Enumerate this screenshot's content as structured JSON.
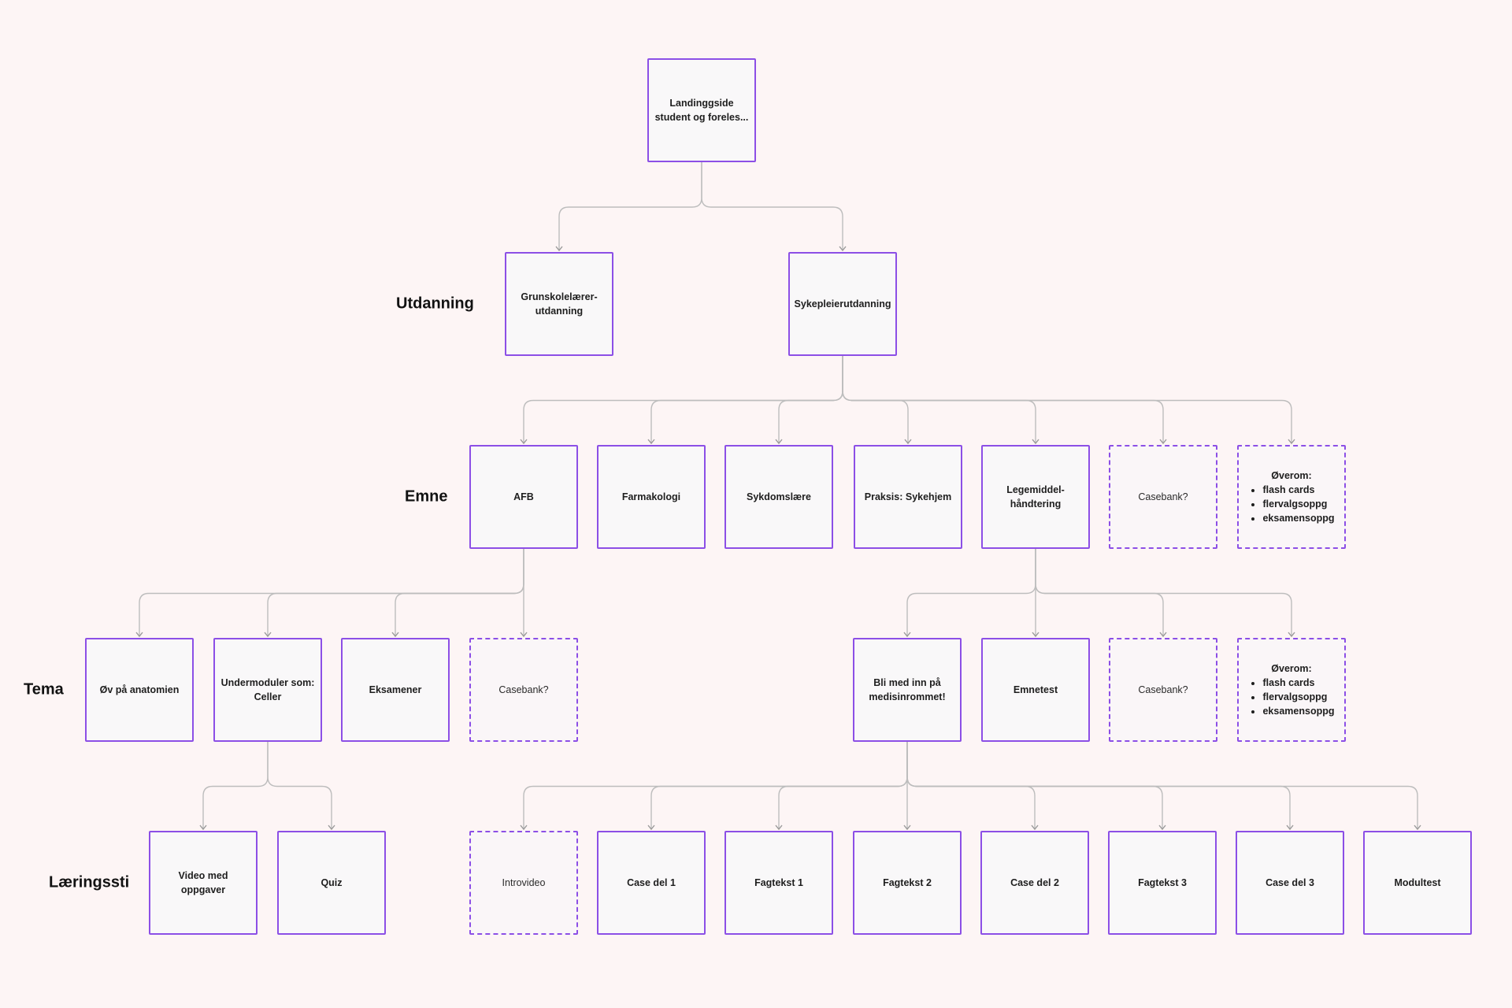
{
  "colors": {
    "background": "#fdf5f5",
    "node_border": "#8c4fe6",
    "connector": "#bdbdbd",
    "text": "#1e1e1e"
  },
  "levels": [
    {
      "id": "utdanning",
      "label": "Utdanning"
    },
    {
      "id": "emne",
      "label": "Emne"
    },
    {
      "id": "tema",
      "label": "Tema"
    },
    {
      "id": "laeringssti",
      "label": "Læringssti"
    }
  ],
  "nodes": [
    {
      "id": "landing",
      "label": "Landinggside\nstudent og foreles...",
      "style": "solid"
    },
    {
      "id": "grunnskole",
      "label": "Grunskolelærer-\nutdanning",
      "style": "solid"
    },
    {
      "id": "sykepleier",
      "label": "Sykepleierutdanning",
      "style": "solid"
    },
    {
      "id": "afb",
      "label": "AFB",
      "style": "solid"
    },
    {
      "id": "farmakologi",
      "label": "Farmakologi",
      "style": "solid"
    },
    {
      "id": "sykdomslaere",
      "label": "Sykdomslære",
      "style": "solid"
    },
    {
      "id": "praksis",
      "label": "Praksis: Sykehjem",
      "style": "solid"
    },
    {
      "id": "legemiddel",
      "label": "Legemiddel-\nhåndtering",
      "style": "solid"
    },
    {
      "id": "casebank-emne",
      "label": "Casebank?",
      "style": "dashed"
    },
    {
      "id": "overom-emne",
      "label": "Øverom:",
      "items": [
        "flash cards",
        "flervalgsoppg",
        "eksamensoppg"
      ],
      "style": "dashed"
    },
    {
      "id": "anatomi",
      "label": "Øv på anatomien",
      "style": "solid"
    },
    {
      "id": "undermoduler",
      "label": "Undermoduler som:\nCeller",
      "style": "solid"
    },
    {
      "id": "eksamener",
      "label": "Eksamener",
      "style": "solid"
    },
    {
      "id": "casebank-tema-afb",
      "label": "Casebank?",
      "style": "dashed"
    },
    {
      "id": "medisinrom",
      "label": "Bli med inn på\nmedisinrommet!",
      "style": "solid"
    },
    {
      "id": "emnetest",
      "label": "Emnetest",
      "style": "solid"
    },
    {
      "id": "casebank-tema-leg",
      "label": "Casebank?",
      "style": "dashed"
    },
    {
      "id": "overom-tema",
      "label": "Øverom:",
      "items": [
        "flash cards",
        "flervalgsoppg",
        "eksamensoppg"
      ],
      "style": "dashed"
    },
    {
      "id": "video",
      "label": "Video med oppgaver",
      "style": "solid"
    },
    {
      "id": "quiz",
      "label": "Quiz",
      "style": "solid"
    },
    {
      "id": "introvideo",
      "label": "Introvideo",
      "style": "dashed"
    },
    {
      "id": "case1",
      "label": "Case del 1",
      "style": "solid"
    },
    {
      "id": "fagtekst1",
      "label": "Fagtekst 1",
      "style": "solid"
    },
    {
      "id": "fagtekst2",
      "label": "Fagtekst 2",
      "style": "solid"
    },
    {
      "id": "case2",
      "label": "Case del 2",
      "style": "solid"
    },
    {
      "id": "fagtekst3",
      "label": "Fagtekst 3",
      "style": "solid"
    },
    {
      "id": "case3",
      "label": "Case del 3",
      "style": "solid"
    },
    {
      "id": "modultest",
      "label": "Modultest",
      "style": "solid"
    }
  ],
  "edges": [
    {
      "from": "landing",
      "to": [
        "grunnskole",
        "sykepleier"
      ]
    },
    {
      "from": "sykepleier",
      "to": [
        "afb",
        "farmakologi",
        "sykdomslaere",
        "praksis",
        "legemiddel",
        "casebank-emne",
        "overom-emne"
      ]
    },
    {
      "from": "afb",
      "to": [
        "anatomi",
        "undermoduler",
        "eksamener",
        "casebank-tema-afb"
      ]
    },
    {
      "from": "legemiddel",
      "to": [
        "medisinrom",
        "emnetest",
        "casebank-tema-leg",
        "overom-tema"
      ]
    },
    {
      "from": "undermoduler",
      "to": [
        "video",
        "quiz"
      ]
    },
    {
      "from": "medisinrom",
      "to": [
        "introvideo",
        "case1",
        "fagtekst1",
        "fagtekst2",
        "case2",
        "fagtekst3",
        "case3",
        "modultest"
      ]
    }
  ]
}
